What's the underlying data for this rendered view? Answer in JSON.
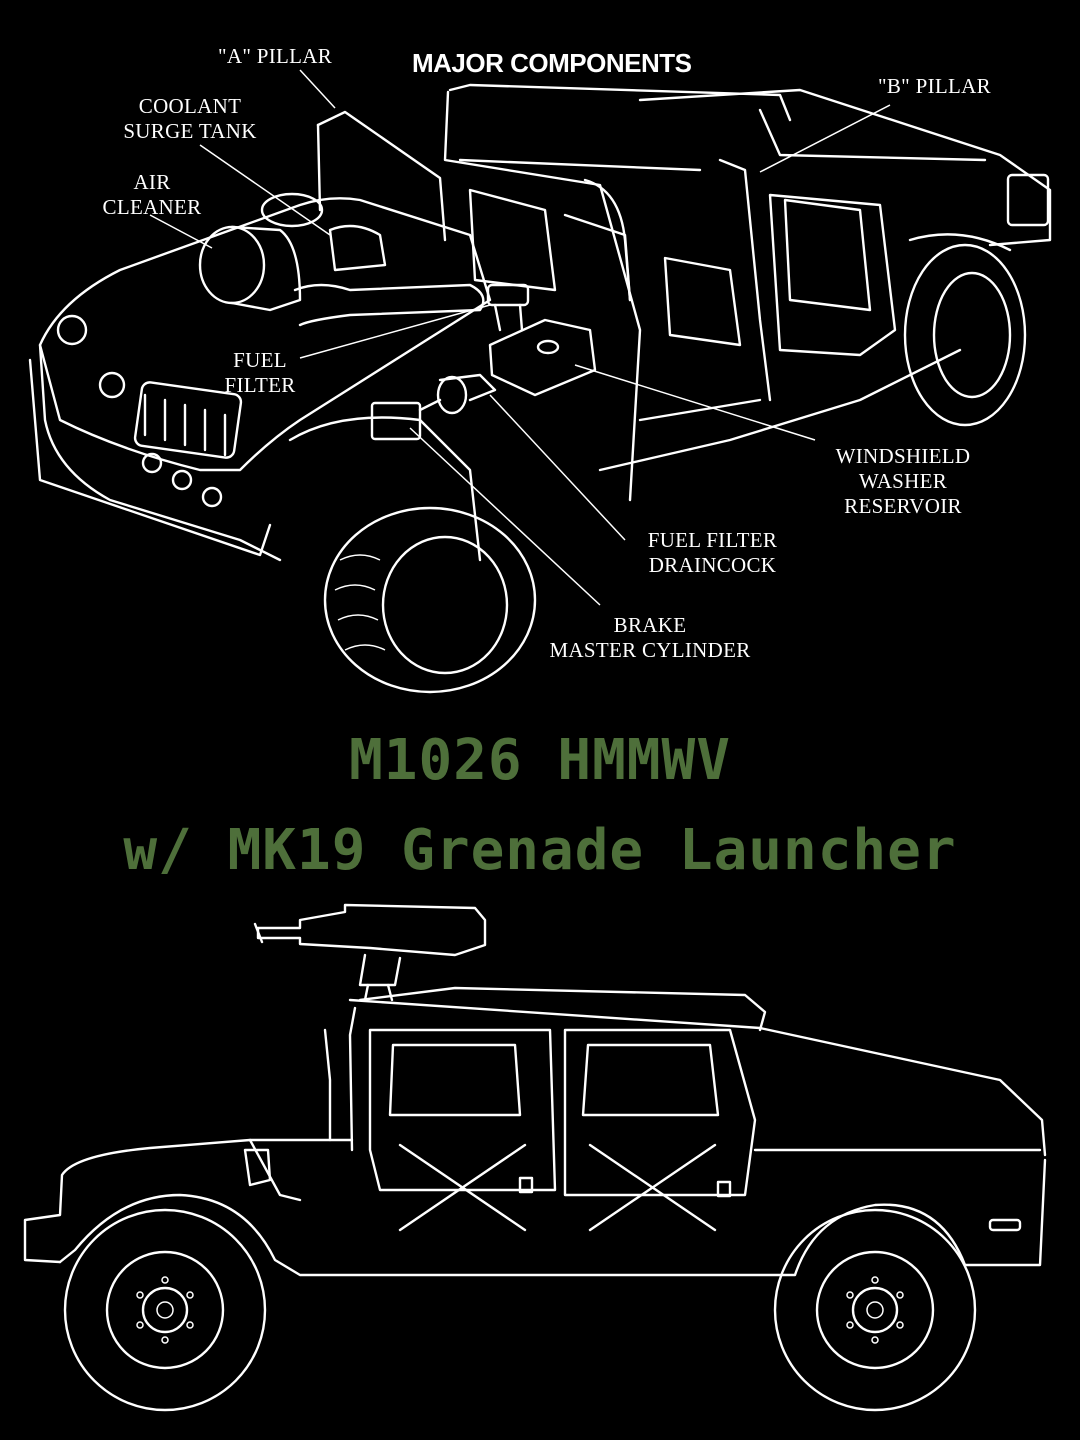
{
  "heading": "MAJOR COMPONENTS",
  "labels": {
    "a_pillar": "\"A\" PILLAR",
    "b_pillar": "\"B\" PILLAR",
    "coolant_1": "COOLANT",
    "coolant_2": "SURGE TANK",
    "air_1": "AIR",
    "air_2": "CLEANER",
    "fuel_filter_1": "FUEL",
    "fuel_filter_2": "FILTER",
    "washer_1": "WINDSHIELD",
    "washer_2": "WASHER",
    "washer_3": "RESERVOIR",
    "drain_1": "FUEL FILTER",
    "drain_2": "DRAINCOCK",
    "brake_1": "BRAKE",
    "brake_2": "MASTER CYLINDER"
  },
  "title": {
    "line1": "M1026 HMMWV",
    "line2": "w/ MK19 Grenade Launcher"
  },
  "colors": {
    "background": "#000000",
    "line_art": "#ffffff",
    "title": "#4e6f3a"
  }
}
